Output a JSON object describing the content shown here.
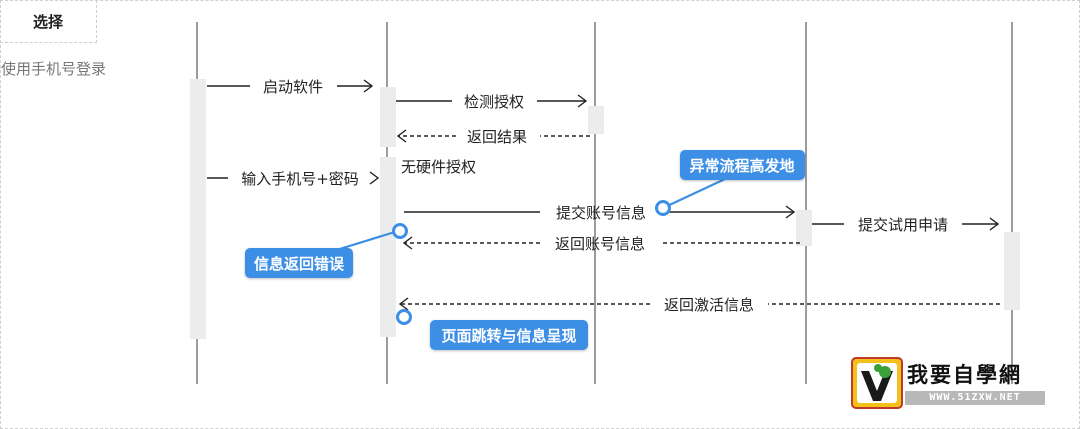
{
  "tab": {
    "label": "选择"
  },
  "fragment": {
    "title": "使用手机号登录"
  },
  "messages": {
    "m1": "启动软件",
    "m2": "检测授权",
    "m3": "返回结果",
    "m4": "无硬件授权",
    "m5": "输入手机号+密码",
    "m6": "提交账号信息",
    "m7": "提交试用申请",
    "m8": "返回账号信息",
    "m9": "返回激活信息"
  },
  "callouts": {
    "c1": "异常流程高发地",
    "c2": "信息返回错误",
    "c3": "页面跳转与信息呈现"
  },
  "logo": {
    "name": "我要自學網",
    "url": "WWW.51ZXW.NET"
  },
  "colors": {
    "callout": "#3d8fe6",
    "activation": "#ececec",
    "lifeline": "#666666"
  }
}
